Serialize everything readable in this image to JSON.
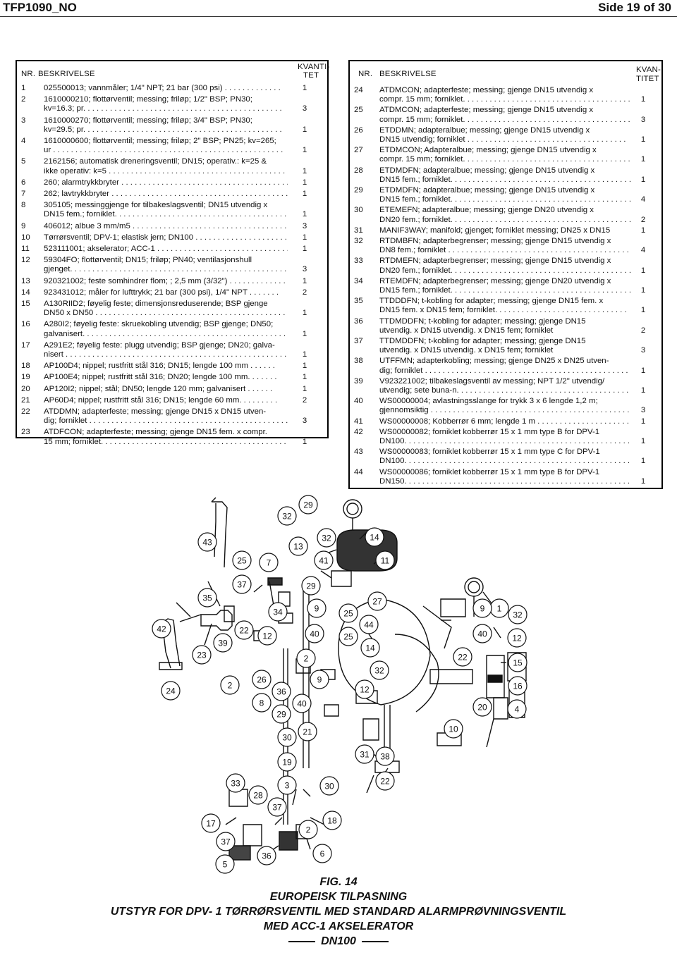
{
  "header": {
    "doc_id": "TFP1090_NO",
    "page": "Side 19 of 30"
  },
  "tables": {
    "left": {
      "col_nr": "NR.",
      "col_desc": "BESKRIVELSE",
      "col_qty_1": "KVANTI-",
      "col_qty_2": "TET",
      "rows": [
        {
          "n": "1",
          "lines": [
            "025500013; vannmåler; 1/4\" NPT; 21 bar (300 psi) . . . . . . . . . . . . ."
          ],
          "q": "1"
        },
        {
          "n": "2",
          "lines": [
            "1610000210; flottørventil; messing; friløp; 1/2\" BSP; PN30;",
            "kv=16.3; pr. . . . . . . . . . . . . . . . . . . . . . . . . . . . . . . . . . . . . . . . . . . . ."
          ],
          "q": "3"
        },
        {
          "n": "3",
          "lines": [
            "1610000270; flottørventil; messing; friløp; 3/4\" BSP; PN30;",
            "kv=29.5; pr. . . . . . . . . . . . . . . . . . . . . . . . . . . . . . . . . . . . . . . . . . . . ."
          ],
          "q": "1"
        },
        {
          "n": "4",
          "lines": [
            "1610000600; flottørventil; messing; friløp; 2\" BSP; PN25; kv=265;",
            "ur . . . . . . . . . . . . . . . . . . . . . . . . . . . . . . . . . . . . . . . . . . . . . . . . . . . ."
          ],
          "q": "1"
        },
        {
          "n": "5",
          "lines": [
            "2162156; automatisk dreneringsventil; DN15; operativ.: k=25 &",
            "ikke operativ: k=5 . . . . . . . . . . . . . . . . . . . . . . . . . . . . . . . . . . . . . . . . ."
          ],
          "q": "1"
        },
        {
          "n": "6",
          "lines": [
            "260; alarmtrykkbryter . . . . . . . . . . . . . . . . . . . . . . . . . . . . . . . . . . . . . ."
          ],
          "q": "1"
        },
        {
          "n": "7",
          "lines": [
            "262; lavtrykkbryter . . . . . . . . . . . . . . . . . . . . . . . . . . . . . . . . . . . . . . . ."
          ],
          "q": "1"
        },
        {
          "n": "8",
          "lines": [
            "305105; messinggjenge for tilbakeslagsventil; DN15 utvendig x",
            "DN15 fem.; forniklet. . . . . . . . . . . . . . . . . . . . . . . . . . . . . . . . . . . . . . . ."
          ],
          "q": "1"
        },
        {
          "n": "9",
          "lines": [
            "406012; albue 3 mm/m5 . . . . . . . . . . . . . . . . . . . . . . . . . . . . . . . . . . . . ."
          ],
          "q": "3"
        },
        {
          "n": "10",
          "lines": [
            "Tørrørsventil; DPV-1; elastisk jern; DN100 . . . . . . . . . . . . . . . . . . . . . ."
          ],
          "q": "1"
        },
        {
          "n": "11",
          "lines": [
            "523111001; akselerator; ACC-1 . . . . . . . . . . . . . . . . . . . . . . . . . . . . . . ."
          ],
          "q": "1"
        },
        {
          "n": "12",
          "lines": [
            "59304FO; flottørventil; DN15; friløp; PN40; ventilasjonshull",
            "gjenget. . . . . . . . . . . . . . . . . . . . . . . . . . . . . . . . . . . . . . . . . . . . . . . . . ."
          ],
          "q": "3"
        },
        {
          "n": "13",
          "lines": [
            "920321002; feste somhindrer flom; ; 2,5 mm (3/32\") . . . . . . . . . . . . ."
          ],
          "q": "1"
        },
        {
          "n": "14",
          "lines": [
            "923431012; måler for lufttrykk; 21 bar (300 psi), 1/4\" NPT . . . . . . ."
          ],
          "q": "2"
        },
        {
          "n": "15",
          "lines": [
            "A130RIID2; føyelig feste; dimensjonsreduserende; BSP gjenge",
            "DN50 x DN50 . . . . . . . . . . . . . . . . . . . . . . . . . . . . . . . . . . . . . . . . . . . . . ."
          ],
          "q": "1"
        },
        {
          "n": "16",
          "lines": [
            "A280I2; føyelig feste: skruekobling utvendig; BSP gjenge; DN50;",
            "galvanisert. . . . . . . . . . . . . . . . . . . . . . . . . . . . . . . . . . . . . . . . . . . . . . . ."
          ],
          "q": "1"
        },
        {
          "n": "17",
          "lines": [
            "A291E2; føyelig feste: plugg utvendig; BSP gjenge; DN20; galva-",
            "nisert . . . . . . . . . . . . . . . . . . . . . . . . . . . . . . . . . . . . . . . . . . . . . . . . . . ."
          ],
          "q": "1"
        },
        {
          "n": "18",
          "lines": [
            "AP100D4; nippel; rustfritt stål 316; DN15; lengde 100 mm . . . . . ."
          ],
          "q": "1"
        },
        {
          "n": "19",
          "lines": [
            "AP100E4; nippel; rustfritt stål 316; DN20; lengde 100 mm. . . . . . ."
          ],
          "q": "1"
        },
        {
          "n": "20",
          "lines": [
            "AP120I2; nippel; stål; DN50; lengde 120 mm; galvanisert . . . . . ."
          ],
          "q": "1"
        },
        {
          "n": "21",
          "lines": [
            "AP60D4; nippel; rustfritt stål 316; DN15; lengde 60 mm. . . . . . . . ."
          ],
          "q": "2"
        },
        {
          "n": "22",
          "lines": [
            "ATDDMN; adapterfeste; messing; gjenge DN15 x DN15 utven-",
            "dig; forniklet . . . . . . . . . . . . . . . . . . . . . . . . . . . . . . . . . . . . . . . . . . . . ."
          ],
          "q": "3"
        },
        {
          "n": "23",
          "lines": [
            "ATDFCON; adapterfeste; messing; gjenge DN15 fem. x compr.",
            "15 mm; forniklet. . . . . . . . . . . . . . . . . . . . . . . . . . . . . . . . . . . . . . . . . . ."
          ],
          "q": "1"
        }
      ]
    },
    "right": {
      "col_nr": "NR.",
      "col_desc": "BESKRIVELSE",
      "col_qty_1": "KVAN-",
      "col_qty_2": "TITET",
      "rows": [
        {
          "n": "24",
          "lines": [
            "ATDMCON; adapterfeste; messing; gjenge DN15 utvendig x",
            "compr. 15 mm; forniklet. . . . . . . . . . . . . . . . . . . . . . . . . . . . . . . . . . . . . ."
          ],
          "q": "1"
        },
        {
          "n": "25",
          "lines": [
            "ATDMCON; adapterfeste; messing; gjenge DN15 utvendig x",
            "compr. 15 mm; forniklet. . . . . . . . . . . . . . . . . . . . . . . . . . . . . . . . . . . . . ."
          ],
          "q": "3"
        },
        {
          "n": "26",
          "lines": [
            "ETDDMN; adapteralbue; messing; gjenge DN15 utvendig x",
            "DN15 utvendig; forniklet . . . . . . . . . . . . . . . . . . . . . . . . . . . . . . . . . . . ."
          ],
          "q": "1"
        },
        {
          "n": "27",
          "lines": [
            "ETDMCON; Adapteralbue; messing; gjenge DN15 utvendig x",
            "compr. 15 mm; forniklet. . . . . . . . . . . . . . . . . . . . . . . . . . . . . . . . . . . . . ."
          ],
          "q": "1"
        },
        {
          "n": "28",
          "lines": [
            "ETDMDFN; adapteralbue; messing; gjenge DN15 utvendig x",
            "DN15 fem.; forniklet. . . . . . . . . . . . . . . . . . . . . . . . . . . . . . . . . . . . . . . . ."
          ],
          "q": "1"
        },
        {
          "n": "29",
          "lines": [
            "ETDMDFN; adapteralbue; messing; gjenge DN15 utvendig x",
            "DN15 fem.; forniklet. . . . . . . . . . . . . . . . . . . . . . . . . . . . . . . . . . . . . . . . ."
          ],
          "q": "4"
        },
        {
          "n": "30",
          "lines": [
            "ETEMEFN; adapteralbue; messing; gjenge DN20 utvendig x",
            "DN20 fem.; forniklet. . . . . . . . . . . . . . . . . . . . . . . . . . . . . . . . . . . . . . . . ."
          ],
          "q": "2"
        },
        {
          "n": "31",
          "lines": [
            "MANIF3WAY; manifold; gjenget; forniklet messing; DN25 x DN15"
          ],
          "q": "1"
        },
        {
          "n": "32",
          "lines": [
            "RTDMBFN; adapterbegrenser; messing; gjenge DN15 utvendig x",
            "DN8 fem.; forniklet . . . . . . . . . . . . . . . . . . . . . . . . . . . . . . . . . . . . . . . . ."
          ],
          "q": "4"
        },
        {
          "n": "33",
          "lines": [
            "RTDMEFN; adapterbegrenser; messing; gjenge DN15 utvendig x",
            "DN20 fem.; forniklet. . . . . . . . . . . . . . . . . . . . . . . . . . . . . . . . . . . . . . . . ."
          ],
          "q": "1"
        },
        {
          "n": "34",
          "lines": [
            "RTEMDFN; adapterbegrenser; messing; gjenge DN20 utvendig x",
            "DN15 fem.; forniklet. . . . . . . . . . . . . . . . . . . . . . . . . . . . . . . . . . . . . . . . ."
          ],
          "q": "1"
        },
        {
          "n": "35",
          "lines": [
            "TTDDDFN; t-kobling for adapter; messing; gjenge DN15 fem. x",
            "DN15 fem. x DN15 fem; forniklet. . . . . . . . . . . . . . . . . . . . . . . . . . . . . ."
          ],
          "q": "1"
        },
        {
          "n": "36",
          "lines": [
            "TTDMDDFN; t-kobling for adapter; messing; gjenge DN15",
            "utvendig. x DN15 utvendig. x DN15 fem; forniklet"
          ],
          "q": "2"
        },
        {
          "n": "37",
          "lines": [
            "TTDMDDFN; t-kobling for adapter; messing; gjenge DN15",
            "utvendig. x DN15 utvendig. x DN15 fem; forniklet"
          ],
          "q": "3"
        },
        {
          "n": "38",
          "lines": [
            "UTFFMN; adapterkobling; messing; gjenge DN25 x DN25 utven-",
            "dig; forniklet . . . . . . . . . . . . . . . . . . . . . . . . . . . . . . . . . . . . . . . . . . . . . ."
          ],
          "q": "1"
        },
        {
          "n": "39",
          "lines": [
            "V923221002; tilbakeslagsventil av messing; NPT 1/2\" utvendig/",
            "utvendig; sete buna-n. . . . . . . . . . . . . . . . . . . . . . . . . . . . . . . . . . . . . . . ."
          ],
          "q": "1"
        },
        {
          "n": "40",
          "lines": [
            "WS00000004; avlastningsslange for trykk 3 x 6  lengde 1,2 m;",
            "gjennomsiktig . . . . . . . . . . . . . . . . . . . . . . . . . . . . . . . . . . . . . . . . . . . . ."
          ],
          "q": "3"
        },
        {
          "n": "41",
          "lines": [
            "WS00000008; Kobberrør 6 mm; lengde 1 m . . . . . . . . . . . . . . . . . . . . . ."
          ],
          "q": "1"
        },
        {
          "n": "42",
          "lines": [
            "WS00000082; forniklet kobberrør 15 x 1 mm type B for DPV-1",
            "DN100. . . . . . . . . . . . . . . . . . . . . . . . . . . . . . . . . . . . . . . . . . . . . . . . . . ."
          ],
          "q": "1"
        },
        {
          "n": "43",
          "lines": [
            "WS00000083; forniklet kobberrør 15 x 1 mm type C for DPV-1",
            "DN100. . . . . . . . . . . . . . . . . . . . . . . . . . . . . . . . . . . . . . . . . . . . . . . . . . ."
          ],
          "q": "1"
        },
        {
          "n": "44",
          "lines": [
            "WS00000086; forniklet kobberrør 15 x 1 mm type B for DPV-1",
            "DN150. . . . . . . . . . . . . . . . . . . . . . . . . . . . . . . . . . . . . . . . . . . . . . . . . . ."
          ],
          "q": "1"
        }
      ]
    }
  },
  "callouts": [
    "29",
    "32",
    "13",
    "32",
    "14",
    "43",
    "41",
    "11",
    "25",
    "7",
    "37",
    "29",
    "35",
    "34",
    "9",
    "25",
    "27",
    "44",
    "1",
    "9",
    "32",
    "42",
    "22",
    "12",
    "40",
    "25",
    "39",
    "23",
    "14",
    "40",
    "12",
    "2",
    "32",
    "22",
    "15",
    "24",
    "2",
    "26",
    "9",
    "12",
    "16",
    "8",
    "36",
    "40",
    "20",
    "4",
    "29",
    "21",
    "10",
    "38",
    "30",
    "31",
    "22",
    "19",
    "30",
    "33",
    "3",
    "28",
    "37",
    "17",
    "2",
    "18",
    "37",
    "5",
    "36",
    "6"
  ],
  "caption": {
    "fig": "FIG. 14",
    "line1": "EUROPEISK TILPASNING",
    "line2": "UTSTYR FOR DPV- 1 TØRRØRSVENTIL MED STANDARD ALARMPRØVNINGSVENTIL",
    "line3": "MED ACC-1 AKSELERATOR",
    "line4": "DN100"
  }
}
